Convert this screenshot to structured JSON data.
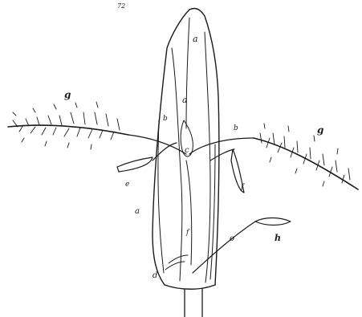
{
  "figure": {
    "corner_mark": "72",
    "labels": {
      "glume_top": "a",
      "lemma": "a",
      "left_stigma": "g",
      "right_stigma": "g",
      "style_left": "b",
      "style_right": "b",
      "ovary": "c",
      "left_anther": "e",
      "right_anther": "f",
      "lower_anther": "h",
      "palea_left": "a",
      "filament": "f",
      "lodicule": "d",
      "lower_mark": "o"
    }
  }
}
